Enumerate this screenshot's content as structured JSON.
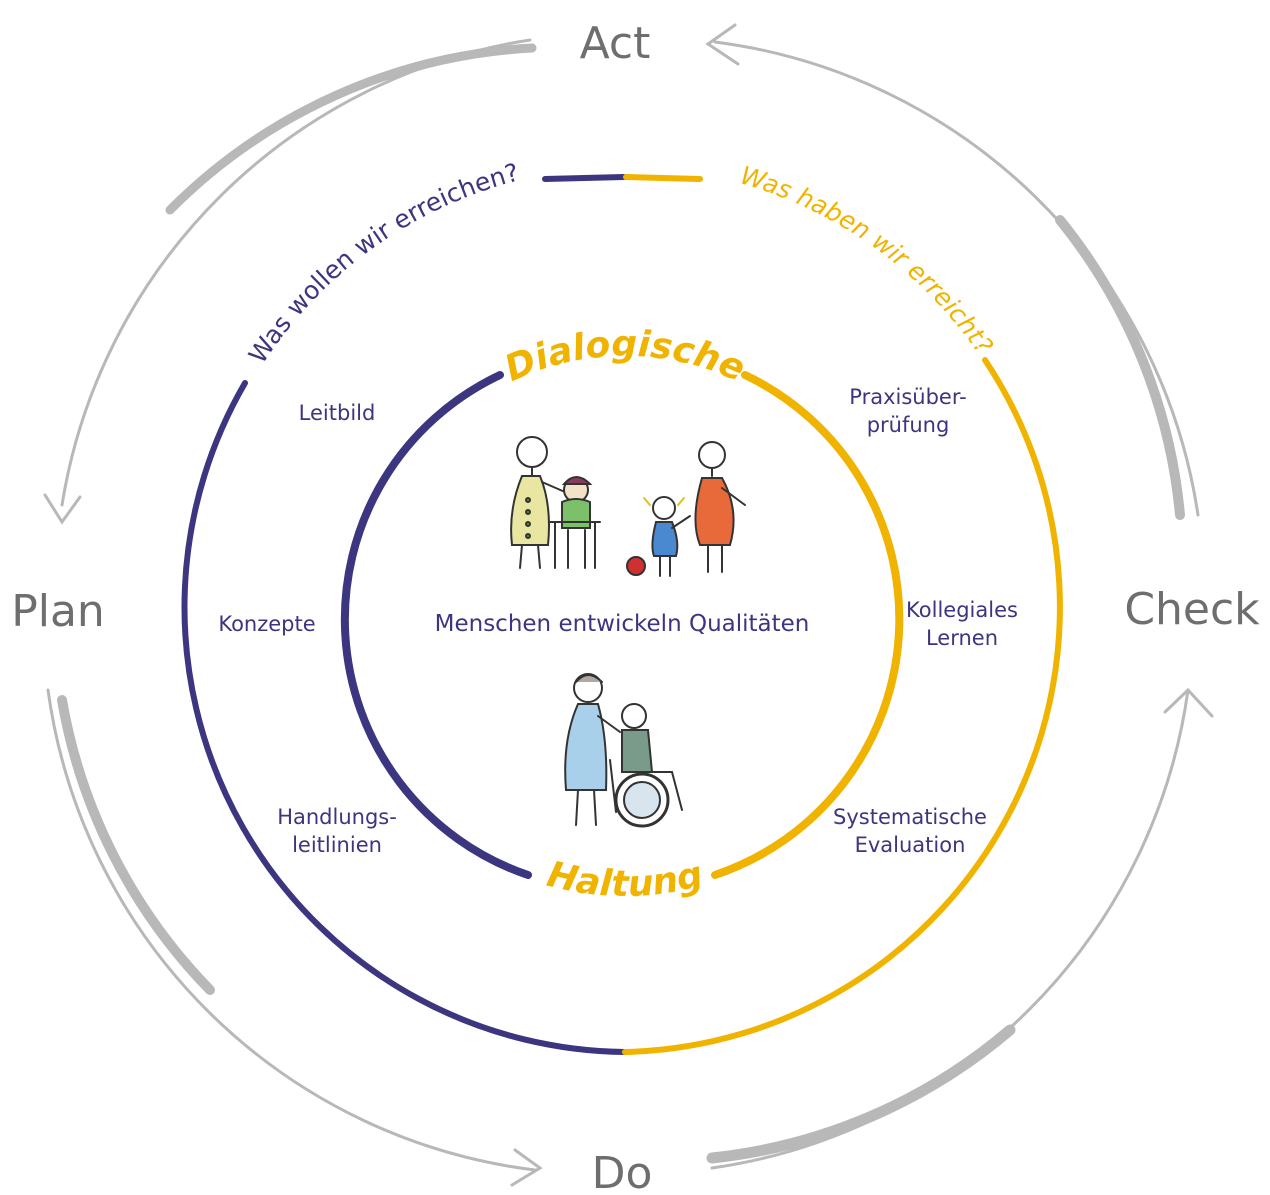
{
  "pdca": {
    "act": "Act",
    "plan": "Plan",
    "do": "Do",
    "check": "Check"
  },
  "questions": {
    "plan": "Was wollen wir erreichen?",
    "check": "Was haben wir erreicht?"
  },
  "left_items": {
    "leitbild": "Leitbild",
    "konzepte": "Konzepte",
    "handlung_line1": "Handlungs-",
    "handlung_line2": "leitlinien"
  },
  "right_items": {
    "praxis_line1": "Praxisüber-",
    "praxis_line2": "prüfung",
    "kollegiales_line1": "Kollegiales",
    "kollegiales_line2": "Lernen",
    "evaluation_line1": "Systematische",
    "evaluation_line2": "Evaluation"
  },
  "inner": {
    "top": "Dialogische",
    "center": "Menschen entwickeln Qualitäten",
    "bottom": "Haltung"
  },
  "colors": {
    "navy": "#3c3580",
    "gold": "#f0b400",
    "gray_arrow": "#b8b8b8",
    "gray_text": "#6e6e6e"
  },
  "icons": [
    "people-group-illustration",
    "wheelchair-care-illustration"
  ]
}
